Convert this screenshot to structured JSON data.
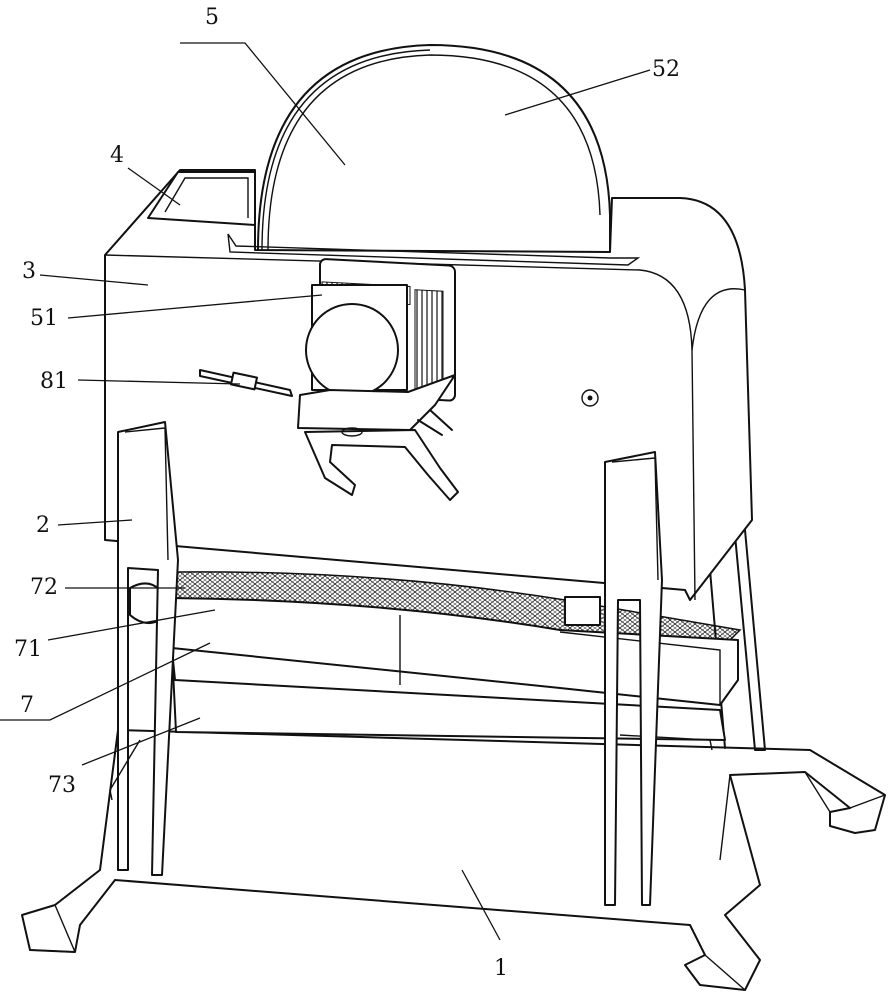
{
  "labels": {
    "l5": "5",
    "l52": "52",
    "l4": "4",
    "l3": "3",
    "l51": "51",
    "l81": "81",
    "l2": "2",
    "l72": "72",
    "l71": "71",
    "l7": "7",
    "l73": "73",
    "l1": "1"
  }
}
